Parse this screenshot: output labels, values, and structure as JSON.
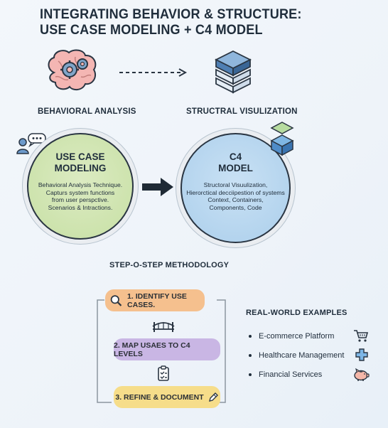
{
  "title": {
    "line1": "INTEGRATING BEHAVIOR & STRUCTURE:",
    "line2": "USE CASE MODELING + C4 MODEL"
  },
  "labels": {
    "behavioral": "BEHAVIORAL ANALYSIS",
    "structural": "STRUCTRAL VISULIZATION"
  },
  "use_case": {
    "title_line1": "USE CASE",
    "title_line2": "MODELING",
    "body": [
      "Behavioral Analysis Technique.",
      "Capturs system functions",
      "from user perspctive.",
      "Scenarios & Intractions."
    ]
  },
  "c4": {
    "title_line1": "C4",
    "title_line2": "MODEL",
    "body": [
      "Structoral Visuulization,",
      "Hierorctical decciipestion of systems",
      "Context, Containers,",
      "Components, Code"
    ]
  },
  "methodology": {
    "heading": "STEP-O-STEP METHODOLOGY",
    "steps": [
      {
        "label": "1. IDENTIFY USE CASES.",
        "color": "#f5c08e"
      },
      {
        "label": "2. MAP USAES TO C4 LEVELS",
        "color": "#c9b6e4"
      },
      {
        "label": "3. REFINE & DOCUMENT",
        "color": "#f6dd8a"
      }
    ]
  },
  "examples": {
    "heading": "REAL-WORLD EXAMPLES",
    "items": [
      {
        "label": "E-commerce Platform",
        "icon": "shopping-cart-icon"
      },
      {
        "label": "Healthcare Management",
        "icon": "medical-cross-icon"
      },
      {
        "label": "Financial Services",
        "icon": "piggy-bank-icon"
      }
    ]
  }
}
